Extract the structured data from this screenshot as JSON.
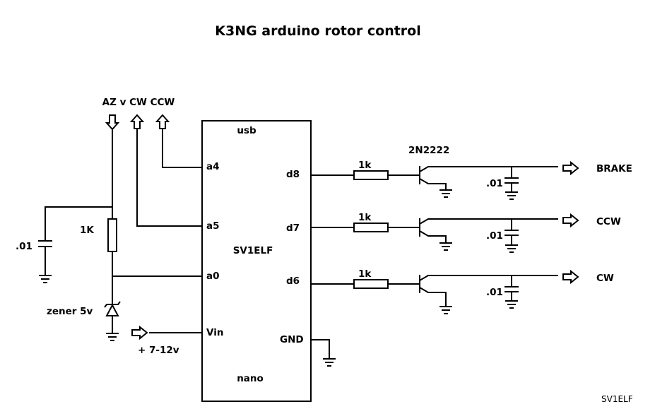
{
  "title": "K3NG arduino rotor control",
  "inputs": {
    "header": "AZ v CW CCW",
    "power": "+ 7-12v"
  },
  "left": {
    "resistor": "1K",
    "capacitor": ".01",
    "zener": "zener 5v"
  },
  "board": {
    "name": "SV1ELF",
    "usb": "usb",
    "nano": "nano",
    "pins": {
      "a4": "a4",
      "a5": "a5",
      "a0": "a0",
      "vin": "Vin",
      "d8": "d8",
      "d7": "d7",
      "d6": "d6",
      "gnd": "GND"
    }
  },
  "outputs": {
    "transistor": "2N2222",
    "channels": [
      {
        "resistor": "1k",
        "capacitor": ".01",
        "label": "BRAKE"
      },
      {
        "resistor": "1k",
        "capacitor": ".01",
        "label": "CCW"
      },
      {
        "resistor": "1k",
        "capacitor": ".01",
        "label": "CW"
      }
    ]
  },
  "signature": "SV1ELF"
}
